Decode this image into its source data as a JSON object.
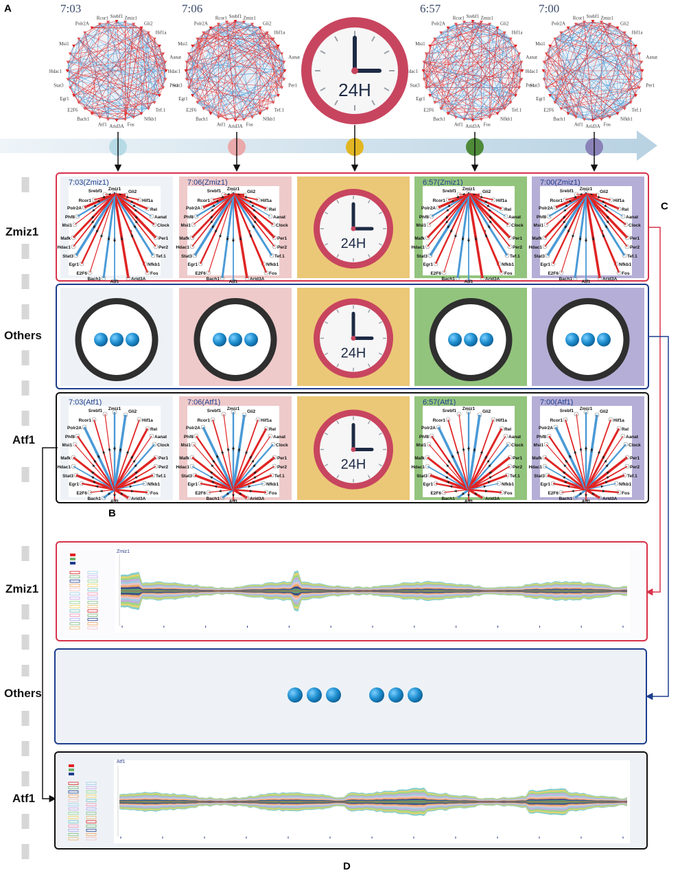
{
  "panel_letters": {
    "a": "A",
    "b": "B",
    "c": "C",
    "d": "D"
  },
  "top_times": [
    "7:03",
    "7:06",
    "6:57",
    "7:00"
  ],
  "clock_label": "24H",
  "row_labels": {
    "zmiz1": "Zmiz1",
    "others": "Others",
    "atf1": "Atf1"
  },
  "zmiz1_panels": [
    "7:03(Zmiz1)",
    "7:06(Zmiz1)",
    "6:57(Zmiz1)",
    "7:00(Zmiz1)"
  ],
  "atf1_panels": [
    "7:03(Atf1)",
    "7:06(Atf1)",
    "6:57(Atf1)",
    "7:00(Atf1)"
  ],
  "network_nodes": [
    "Srebf1",
    "Zmiz1",
    "Gli2",
    "Hif1a",
    "Rel",
    "Aanat",
    "Clock",
    "Per1",
    "Per2",
    "Tef.1",
    "Nfkb1",
    "Fos",
    "Arid3A",
    "Atf1",
    "Bach1",
    "E2F6",
    "Egr1",
    "Stat3",
    "Hdac1",
    "Mafk",
    "Msi1",
    "Phf8",
    "Polr2A",
    "Rcor1"
  ],
  "stream_titles": {
    "zmiz1": "Zmiz1",
    "atf1": "Atf1"
  },
  "colors": {
    "timeline_dots": [
      "#b6dbe6",
      "#eaa9aa",
      "#e2b623",
      "#4e8a3a",
      "#8a83b9"
    ],
    "cell_backgrounds": [
      "#eef2f6",
      "#efcaca",
      "#ebc877",
      "#93c47d",
      "#b5aed6"
    ],
    "frame_red": "#d8324a",
    "frame_blue": "#1d3d8d",
    "frame_black": "#111111",
    "clock_ring": "#c8455f",
    "bead": "#1f8fd0",
    "edge_red": "#e02424",
    "edge_blue": "#4a9ad6"
  }
}
